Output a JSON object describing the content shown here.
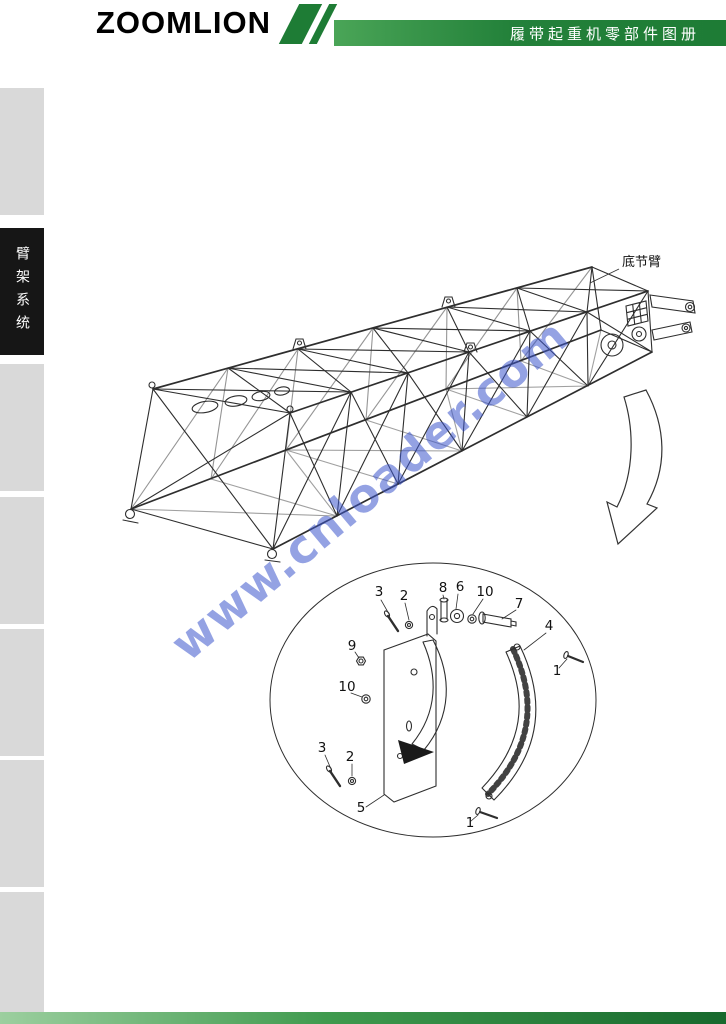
{
  "header": {
    "logo": "ZOOMLION",
    "title": "履带起重机零部件图册"
  },
  "sidebar": {
    "tabs": [
      {
        "label": "",
        "active": false
      },
      {
        "label": "臂架系统",
        "active": true
      },
      {
        "label": "",
        "active": false
      },
      {
        "label": "",
        "active": false
      },
      {
        "label": "",
        "active": false
      },
      {
        "label": "",
        "active": false
      },
      {
        "label": "",
        "active": false
      }
    ]
  },
  "figure": {
    "boom_label": "底节臂",
    "watermark": "www.cnloader.com",
    "callouts": [
      "3",
      "2",
      "8",
      "6",
      "10",
      "7",
      "4",
      "1",
      "9",
      "10",
      "3",
      "2",
      "5",
      "1"
    ]
  },
  "colors": {
    "brand_green_dark": "#1e7c35",
    "brand_green_light": "#4aa557",
    "watermark_blue": "#3d56cc",
    "tab_gray": "#d9d9d9",
    "tab_active_black": "#161616"
  }
}
